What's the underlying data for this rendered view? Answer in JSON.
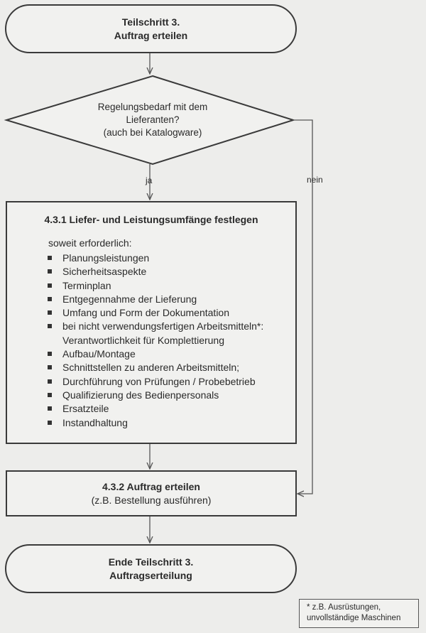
{
  "start": {
    "line1": "Teilschritt 3.",
    "line2": "Auftrag erteilen"
  },
  "decision": {
    "line1": "Regelungsbedarf mit dem",
    "line2": "Lieferanten?",
    "line3": "(auch bei Katalogware)",
    "yes_label": "ja",
    "no_label": "nein"
  },
  "step1": {
    "title": "4.3.1 Liefer- und Leistungsumfänge festlegen",
    "intro": "soweit erforderlich:",
    "items": [
      "Planungsleistungen",
      "Sicherheitsaspekte",
      "Terminplan",
      "Entgegennahme der Lieferung",
      "Umfang und Form der Dokumentation",
      "bei nicht verwendungsfertigen Arbeitsmitteln*:",
      "Aufbau/Montage",
      "Schnittstellen zu anderen Arbeitsmitteln;",
      "Durchführung von Prüfungen / Probebetrieb",
      "Qualifizierung des Bedienpersonals",
      "Ersatzteile",
      "Instandhaltung"
    ],
    "item6_cont": "Verantwortlichkeit für Komplettierung"
  },
  "step2": {
    "title": "4.3.2 Auftrag erteilen",
    "subtitle": "(z.B. Bestellung ausführen)"
  },
  "end": {
    "line1": "Ende Teilschritt 3.",
    "line2": "Auftragserteilung"
  },
  "footnote": {
    "line1": "* z.B. Ausrüstungen,",
    "line2": "unvollständige Maschinen"
  },
  "colors": {
    "background": "#ededeb",
    "stroke": "#3a3a3a",
    "fill": "#f1f1ef"
  }
}
